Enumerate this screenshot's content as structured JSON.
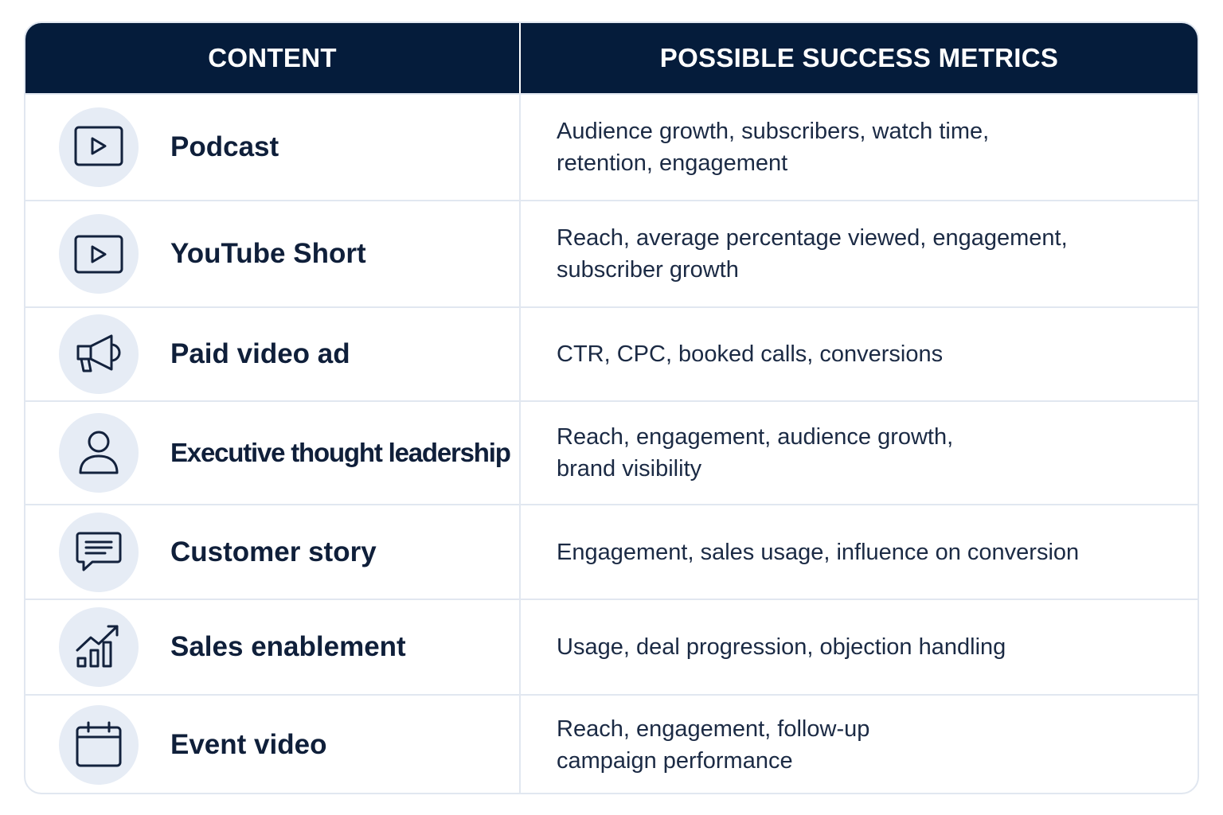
{
  "header": {
    "content_label": "CONTENT",
    "metrics_label": "POSSIBLE SUCCESS METRICS"
  },
  "colors": {
    "header_bg": "#051c3b",
    "icon_bg": "#e6ecf5",
    "text": "#0f1f3a",
    "border": "#e1e7f0"
  },
  "rows": [
    {
      "icon": "play-video-icon",
      "content": "Podcast",
      "metrics": "Audience growth, subscribers, watch time,\nretention, engagement"
    },
    {
      "icon": "play-video-icon",
      "content": "YouTube Short",
      "metrics": "Reach, average percentage viewed, engagement,\nsubscriber growth"
    },
    {
      "icon": "megaphone-icon",
      "content": "Paid video ad",
      "metrics": "CTR, CPC, booked calls, conversions"
    },
    {
      "icon": "person-icon",
      "content": "Executive thought leadership",
      "metrics": "Reach, engagement, audience growth,\nbrand visibility"
    },
    {
      "icon": "chat-bubble-icon",
      "content": "Customer story",
      "metrics": "Engagement, sales usage, influence on conversion"
    },
    {
      "icon": "growth-chart-icon",
      "content": "Sales enablement",
      "metrics": "Usage, deal progression, objection handling"
    },
    {
      "icon": "calendar-icon",
      "content": "Event video",
      "metrics": "Reach, engagement, follow-up\ncampaign performance"
    }
  ]
}
